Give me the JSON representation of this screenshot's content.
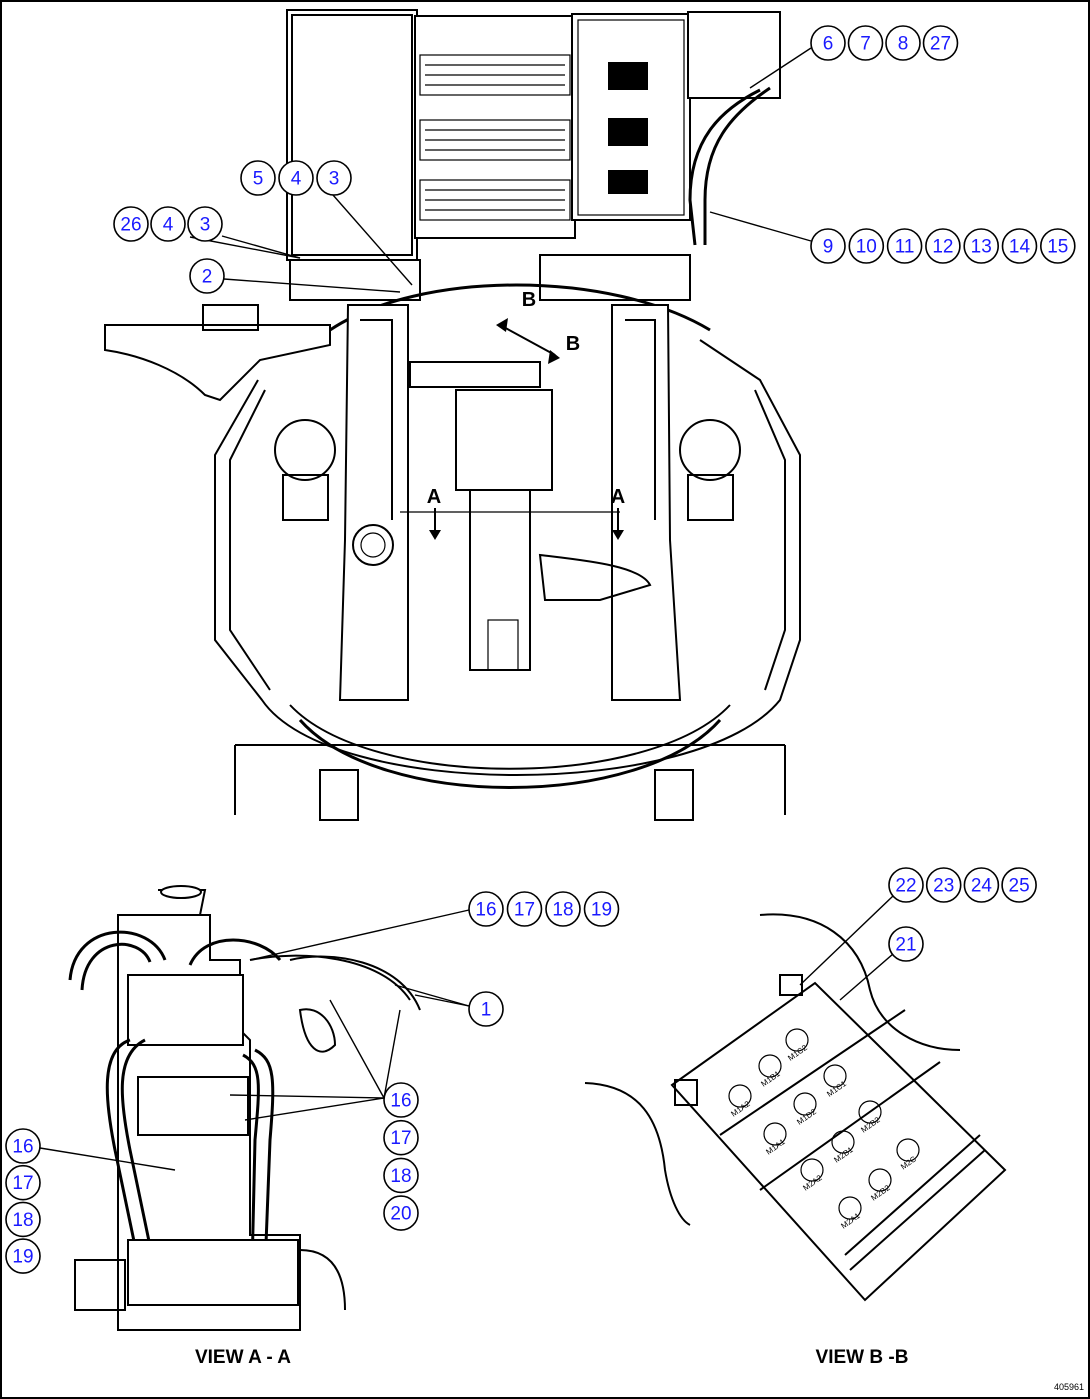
{
  "views": {
    "view_a": "VIEW A - A",
    "view_b": "VIEW B -B"
  },
  "section_marks": [
    "A",
    "A",
    "B",
    "B"
  ],
  "drawing_code": "405961",
  "connector_labels": [
    "M1C2",
    "M1B1",
    "M1C1",
    "M1A2",
    "M1D2",
    "M2B2",
    "M1A1",
    "M2B1",
    "M2C",
    "M2A2",
    "M2B2",
    "M2A1"
  ],
  "callouts": {
    "main": {
      "top_right": [
        "6",
        "7",
        "8",
        "27"
      ],
      "upper_left_a": [
        "5",
        "4",
        "3"
      ],
      "upper_left_b": [
        "26",
        "4",
        "3"
      ],
      "left_2": [
        "2"
      ],
      "right_row": [
        "9",
        "10",
        "11",
        "12",
        "13",
        "14",
        "15"
      ]
    },
    "view_a": {
      "top_row": [
        "16",
        "17",
        "18",
        "19"
      ],
      "item_1": [
        "1"
      ],
      "right_col": [
        "16",
        "17",
        "18",
        "20"
      ],
      "left_col": [
        "16",
        "17",
        "18",
        "19"
      ]
    },
    "view_b": {
      "top_row": [
        "22",
        "23",
        "24",
        "25"
      ],
      "item_21": [
        "21"
      ]
    }
  }
}
